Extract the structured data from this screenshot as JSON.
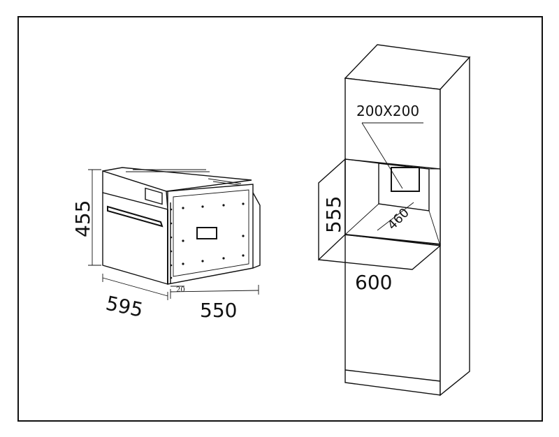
{
  "dimensions": {
    "oven_height": "455",
    "oven_width": "595",
    "oven_depth": "550",
    "oven_offset": "20",
    "niche_height": "555",
    "niche_width": "600",
    "niche_depth": "460",
    "vent_size": "200X200"
  },
  "colors": {
    "line": "#111111",
    "background": "#ffffff"
  }
}
